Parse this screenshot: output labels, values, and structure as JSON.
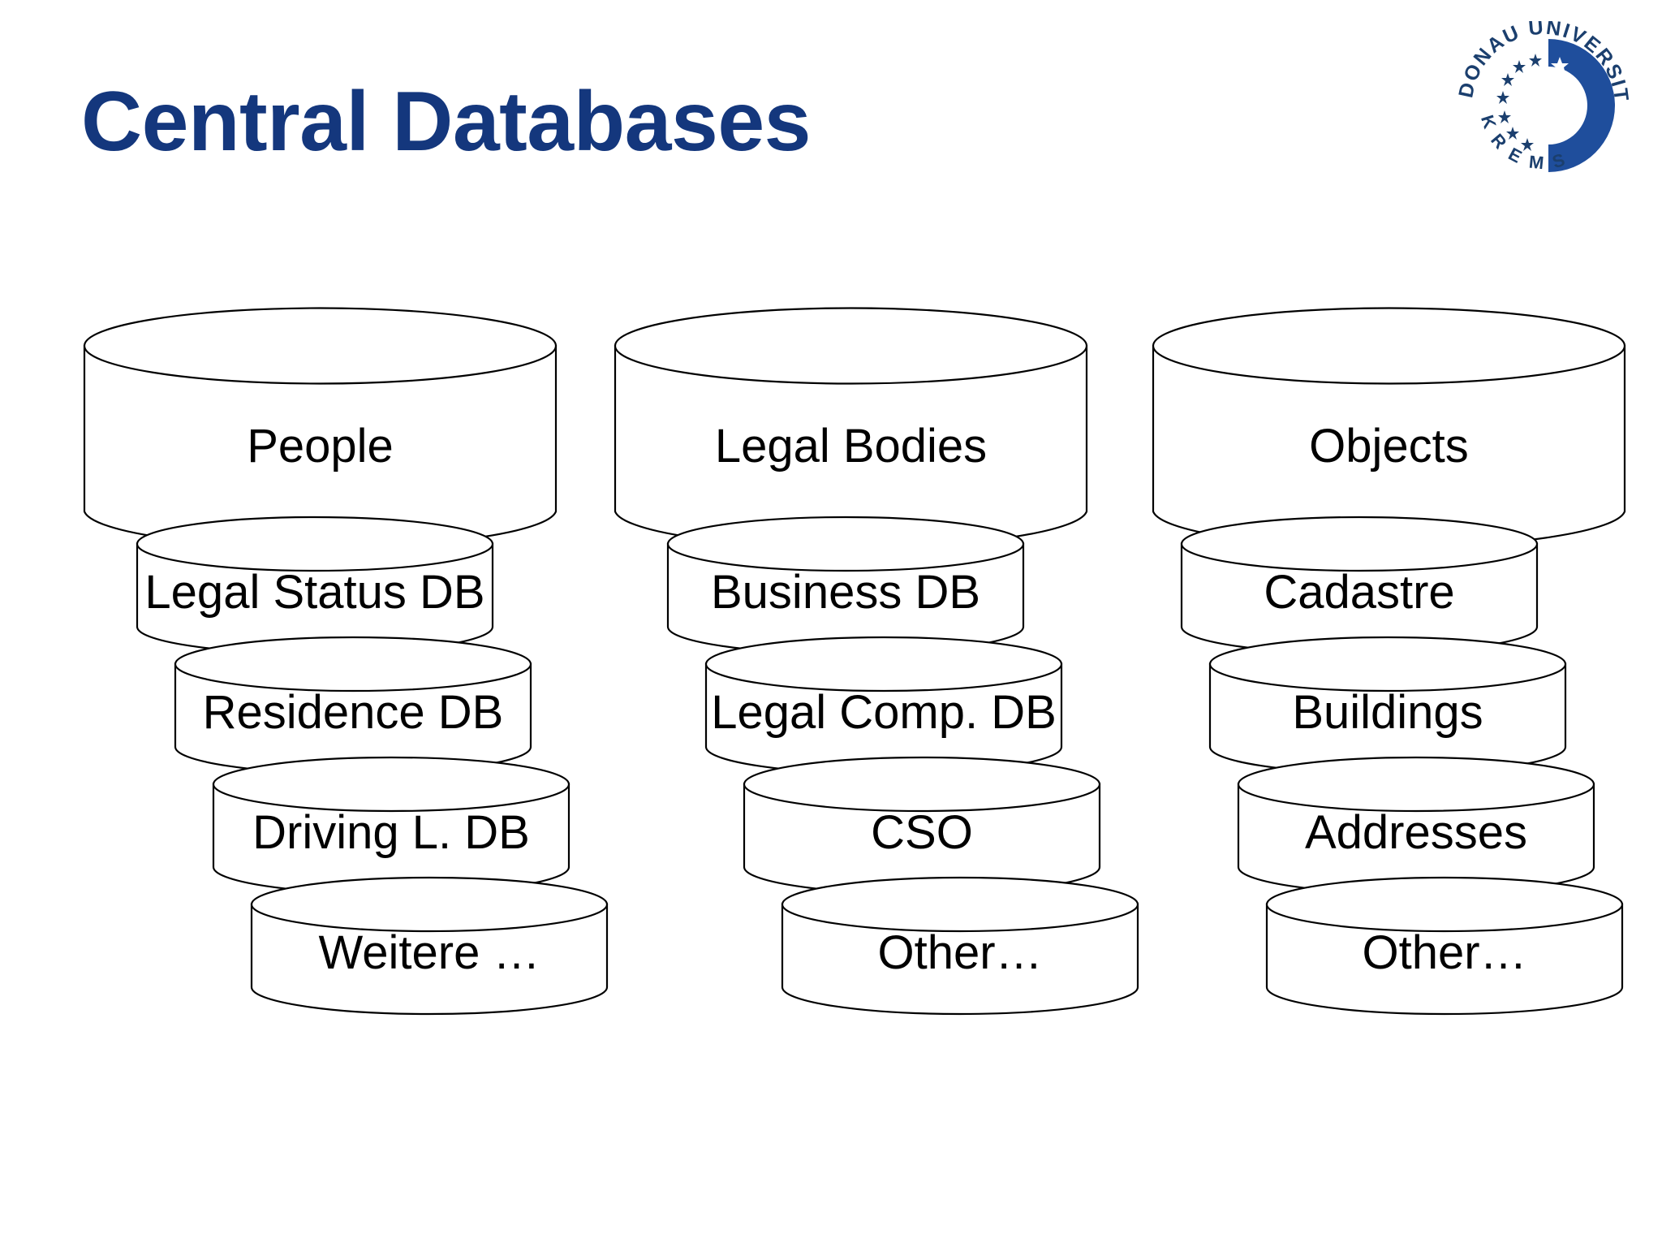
{
  "slide": {
    "title": "Central Databases",
    "background_color": "#ffffff",
    "title_color": "#14377d"
  },
  "logo": {
    "name": "donau-universitaet-krems-logo",
    "outer_text_top": "DONAU UNIVERSITÄT",
    "outer_text_bottom": "KREMS",
    "word_1": "DONAU",
    "word_2": "UNIVERSITÄT",
    "word_3": "KREMS",
    "mark_color": "#1f4e9c",
    "text_color": "#1b3f6e"
  },
  "diagram": {
    "type": "database-cylinder-groups",
    "columns": [
      {
        "id": "people",
        "main": {
          "label": "People"
        },
        "children": [
          {
            "label": "Legal Status DB"
          },
          {
            "label": "Residence DB"
          },
          {
            "label": "Driving L. DB"
          },
          {
            "label": "Weitere …"
          }
        ]
      },
      {
        "id": "legal-bodies",
        "main": {
          "label": "Legal Bodies"
        },
        "children": [
          {
            "label": "Business DB"
          },
          {
            "label": "Legal Comp. DB"
          },
          {
            "label": "CSO"
          },
          {
            "label": "Other…"
          }
        ]
      },
      {
        "id": "objects",
        "main": {
          "label": "Objects"
        },
        "children": [
          {
            "label": "Cadastre"
          },
          {
            "label": "Buildings"
          },
          {
            "label": "Addresses"
          },
          {
            "label": "Other…"
          }
        ]
      }
    ]
  }
}
